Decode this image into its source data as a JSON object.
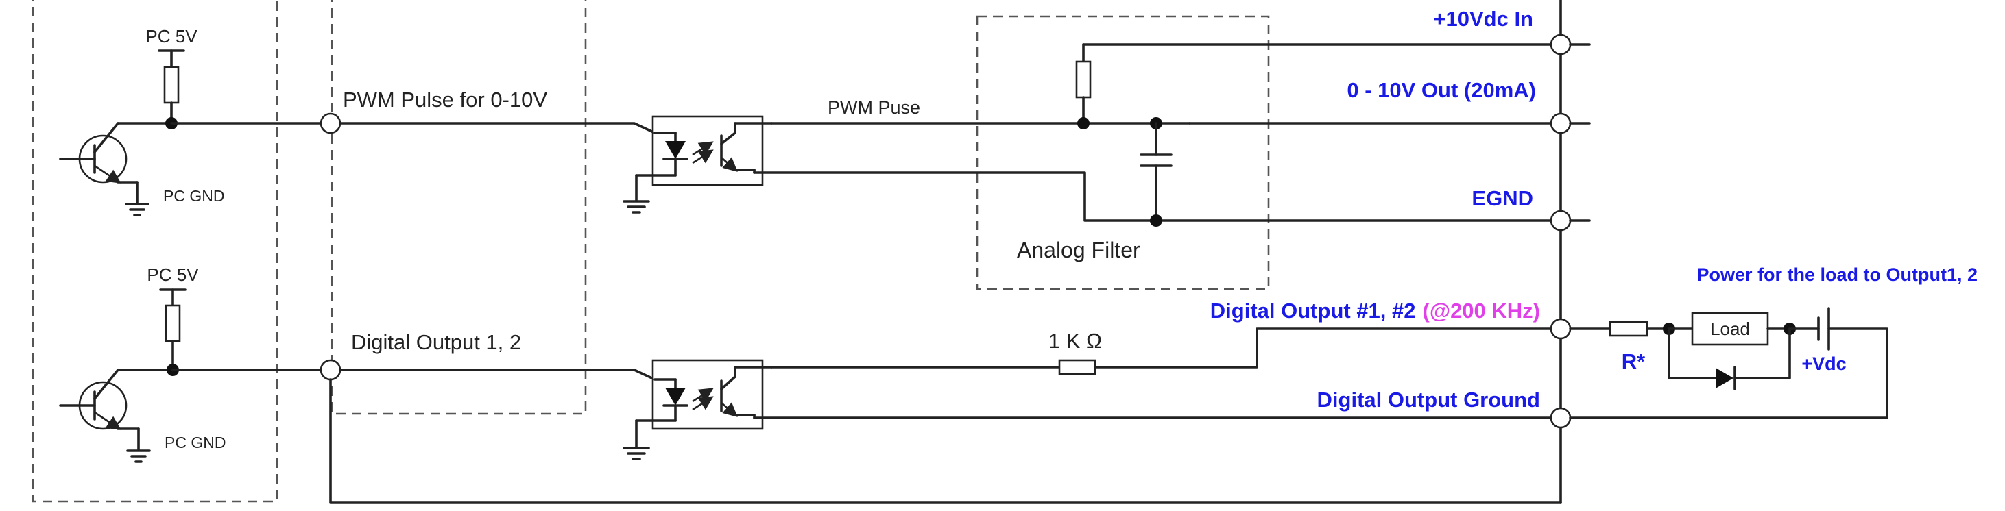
{
  "labels": {
    "pc_5v": "PC 5V",
    "pc_gnd": "PC GND",
    "pwm_pulse": "PWM Pulse for 0-10V",
    "digital_output_12": "Digital Output 1, 2",
    "pwm_puse": "PWM Puse",
    "analog_filter": "Analog Filter",
    "one_k_ohm": "1 K Ω",
    "r_star": "R*",
    "load": "Load",
    "vdc": "+Vdc",
    "power_for_load": "Power for the load to Output1, 2"
  },
  "terminals": {
    "v10_in": "+10Vdc In",
    "out_0_10v": "0 - 10V Out (20mA)",
    "egnd": "EGND",
    "digital_output_1_2": "Digital Output #1, #2",
    "frequency_note": "(@200 KHz)",
    "digital_output_ground": "Digital Output Ground"
  },
  "colors": {
    "terminal_label": "#1a1ae6",
    "frequency_note": "#e040e8",
    "wire": "#222222"
  }
}
